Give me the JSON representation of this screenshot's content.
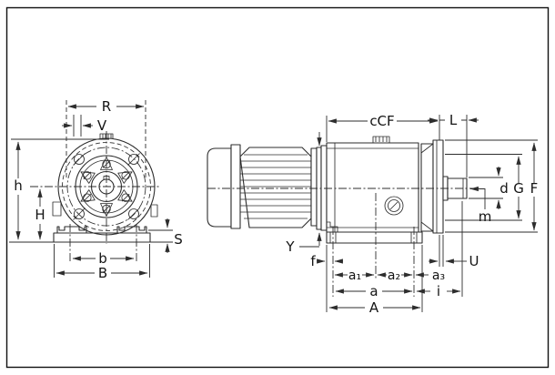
{
  "drawing": {
    "kind": "gearmotor dimensional drawing, front and side views",
    "colors": {
      "line": "#2d2d2d",
      "background": "#ffffff"
    }
  },
  "labels": {
    "front": {
      "R": "R",
      "V": "V",
      "h": "h",
      "H": "H",
      "b": "b",
      "B": "B",
      "S": "S"
    },
    "side": {
      "cCF": "cCF",
      "L": "L",
      "Y": "Y",
      "f": "f",
      "a1": "a₁",
      "a2": "a₂",
      "a3": "a₃",
      "a": "a",
      "i": "i",
      "A": "A",
      "U": "U",
      "d": "d",
      "G": "G",
      "F": "F",
      "m": "m"
    }
  }
}
